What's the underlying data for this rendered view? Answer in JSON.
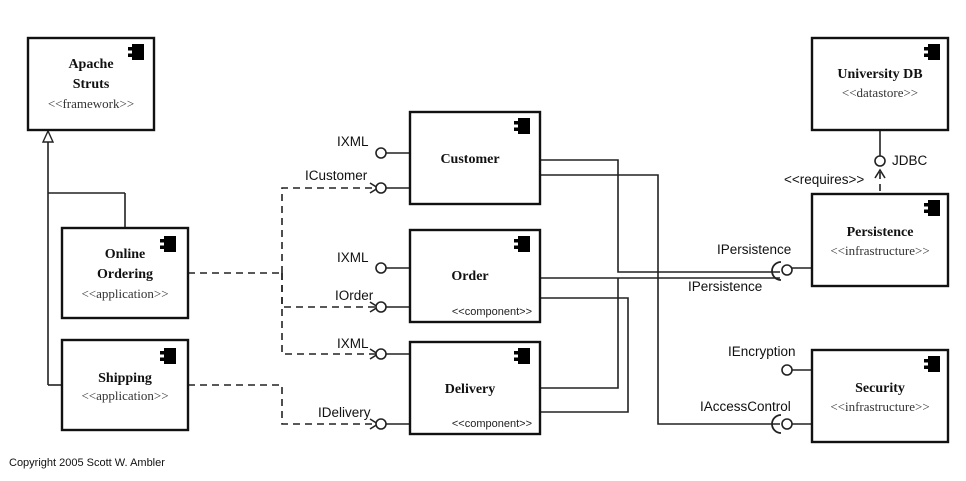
{
  "components": {
    "apache_struts": {
      "title_line1": "Apache",
      "title_line2": "Struts",
      "stereotype": "<<framework>>"
    },
    "online_ordering": {
      "title_line1": "Online",
      "title_line2": "Ordering",
      "stereotype": "<<application>>"
    },
    "shipping": {
      "title": "Shipping",
      "stereotype": "<<application>>"
    },
    "customer": {
      "title": "Customer"
    },
    "order": {
      "title": "Order",
      "stereotype": "<<component>>"
    },
    "delivery": {
      "title": "Delivery",
      "stereotype": "<<component>>"
    },
    "university_db": {
      "title": "University DB",
      "stereotype": "<<datastore>>"
    },
    "persistence": {
      "title": "Persistence",
      "stereotype": "<<infrastructure>>"
    },
    "security": {
      "title": "Security",
      "stereotype": "<<infrastructure>>"
    }
  },
  "interfaces": {
    "customer_ixml": "IXML",
    "icustomer": "ICustomer",
    "order_ixml": "IXML",
    "iorder": "IOrder",
    "delivery_ixml": "IXML",
    "idelivery": "IDelivery",
    "jdbc": "JDBC",
    "requires": "<<requires>>",
    "ipersistence_provided": "IPersistence",
    "ipersistence_required": "IPersistence",
    "iencryption": "IEncryption",
    "iaccesscontrol": "IAccessControl"
  },
  "copyright": "Copyright 2005 Scott W. Ambler",
  "icon": "uml-component-icon"
}
